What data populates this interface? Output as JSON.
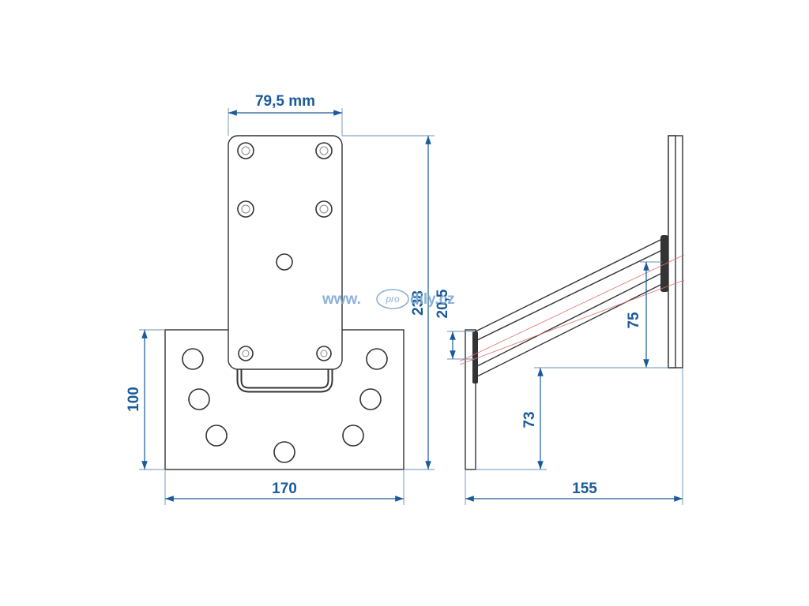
{
  "watermark": {
    "prefix": "www.",
    "badge": "pro",
    "suffix": "dily.cz"
  },
  "dimensions": {
    "top_plate_width": "79,5 mm",
    "total_height": "238",
    "base_height": "100",
    "base_width": "170",
    "arm_thickness": "20,5",
    "arm_spacing": "75",
    "arm_base_height": "73",
    "depth": "155"
  },
  "colors": {
    "dimension": "#1a5a9a",
    "outline": "#333333",
    "watermark": "#7fa9d3",
    "centerline": "#e07070"
  }
}
